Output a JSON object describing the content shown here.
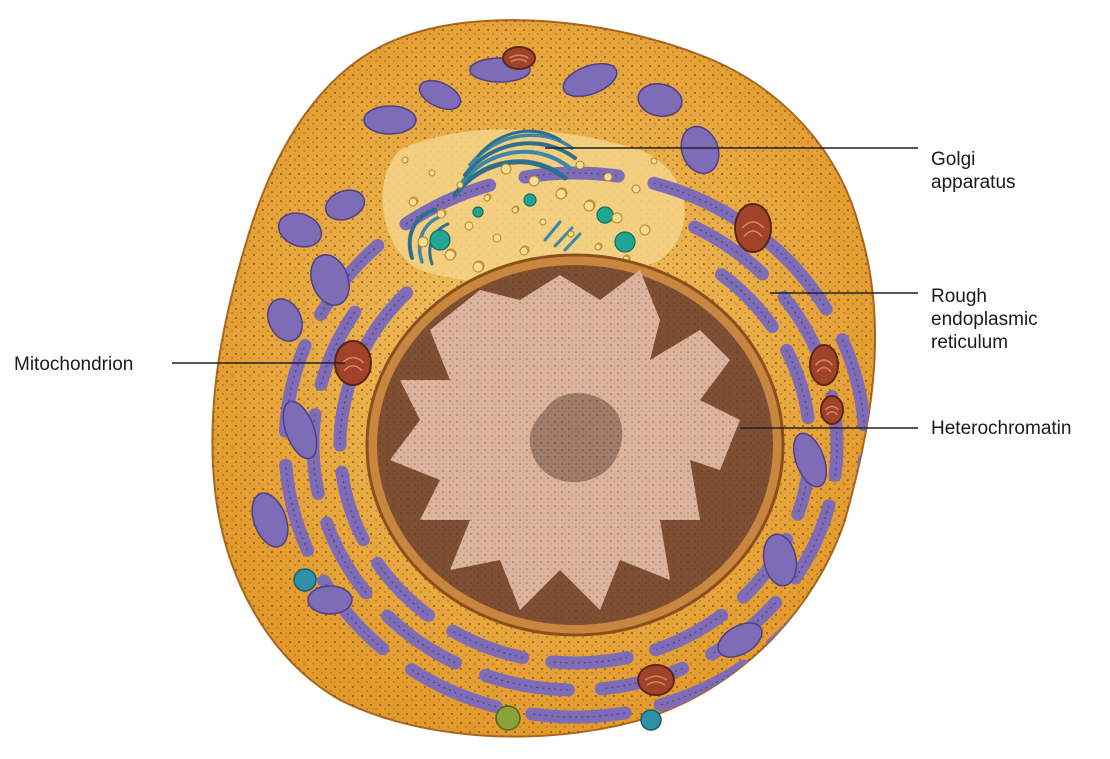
{
  "labels": {
    "golgi": "Golgi\napparatus",
    "rer": "Rough\nendoplasmic\nreticulum",
    "mitochondrion": "Mitochondrion",
    "heterochromatin": "Heterochromatin"
  },
  "colors": {
    "cytoplasm": "#e9a93d",
    "cytoplasm_light": "#f3cf7a",
    "er": "#7e6db6",
    "er_edge": "#4e3f86",
    "mitochondria": "#a0432a",
    "nucleus_dark": "#7e4f33",
    "nucleus_light": "#dcb39d",
    "golgi": "#3c86a8",
    "vesicle": "#21a593",
    "leader_line": "#222222"
  }
}
